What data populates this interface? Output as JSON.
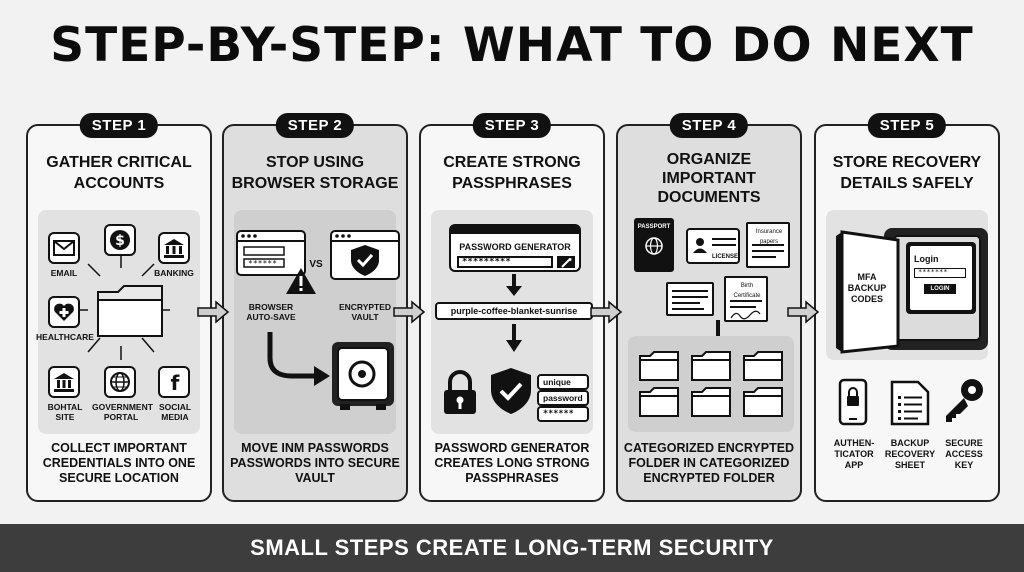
{
  "title": "STEP-BY-STEP: WHAT TO DO NEXT",
  "banner": "SMALL STEPS CREATE LONG-TERM SECURITY",
  "steps": [
    {
      "badge": "STEP 1",
      "title": "GATHER CRITICAL ACCOUNTS",
      "description": "COLLECT IMPORTANT CREDENTIALS INTO ONE SECURE LOCATION",
      "labels": {
        "email": "EMAIL",
        "banking": "BANKING",
        "healthcare": "HEALTHCARE",
        "school": "BOHTAL SITE",
        "government": "GOVERNMENT PORTAL",
        "social": "SOCIAL MEDIA"
      }
    },
    {
      "badge": "STEP 2",
      "title": "STOP USING BROWSER STORAGE",
      "description": "MOVE INM PASSWORDS PASSWORDS INTO SECURE VAULT",
      "labels": {
        "vs": "VS",
        "browser": "BROWSER AUTO-SAVE",
        "vault": "ENCRYPTED VAULT"
      }
    },
    {
      "badge": "STEP 3",
      "title": "CREATE STRONG PASSPHRASES",
      "description": "PASSWORD GENERATOR CREATES LONG STRONG PASSPHRASES",
      "labels": {
        "generator": "PASSWORD GENERATOR",
        "masked": "*********",
        "passphrase": "purple-coffee-blanket-sunrise",
        "unique": "unique",
        "password": "password",
        "stars": "******"
      }
    },
    {
      "badge": "STEP 4",
      "title": "ORGANIZE IMPORTANT DOCUMENTS",
      "description": "CATEGORIZED ENCRYPTED FOLDER IN CATEGORIZED ENCRYPTED FOLDER",
      "labels": {
        "passport": "PASSPORT",
        "license": "LICENSE",
        "insurance": "Insurance papers",
        "birth": "Birth Certificate"
      }
    },
    {
      "badge": "STEP 5",
      "title": "STORE RECOVERY DETAILS SAFELY",
      "description": "",
      "labels": {
        "mfa": "MFA BACKUP CODES",
        "login": "Login",
        "login_stars": "*******",
        "login_btn": "LOGIN",
        "auth": "AUTHEN-TICATOR APP",
        "sheet": "BACKUP RECOVERY SHEET",
        "key": "SECURE ACCESS KEY"
      }
    }
  ],
  "colors": {
    "ink": "#111111",
    "panel": "#d9d9d9",
    "banner": "#3d3d3d",
    "background": "#f2f2f2"
  }
}
